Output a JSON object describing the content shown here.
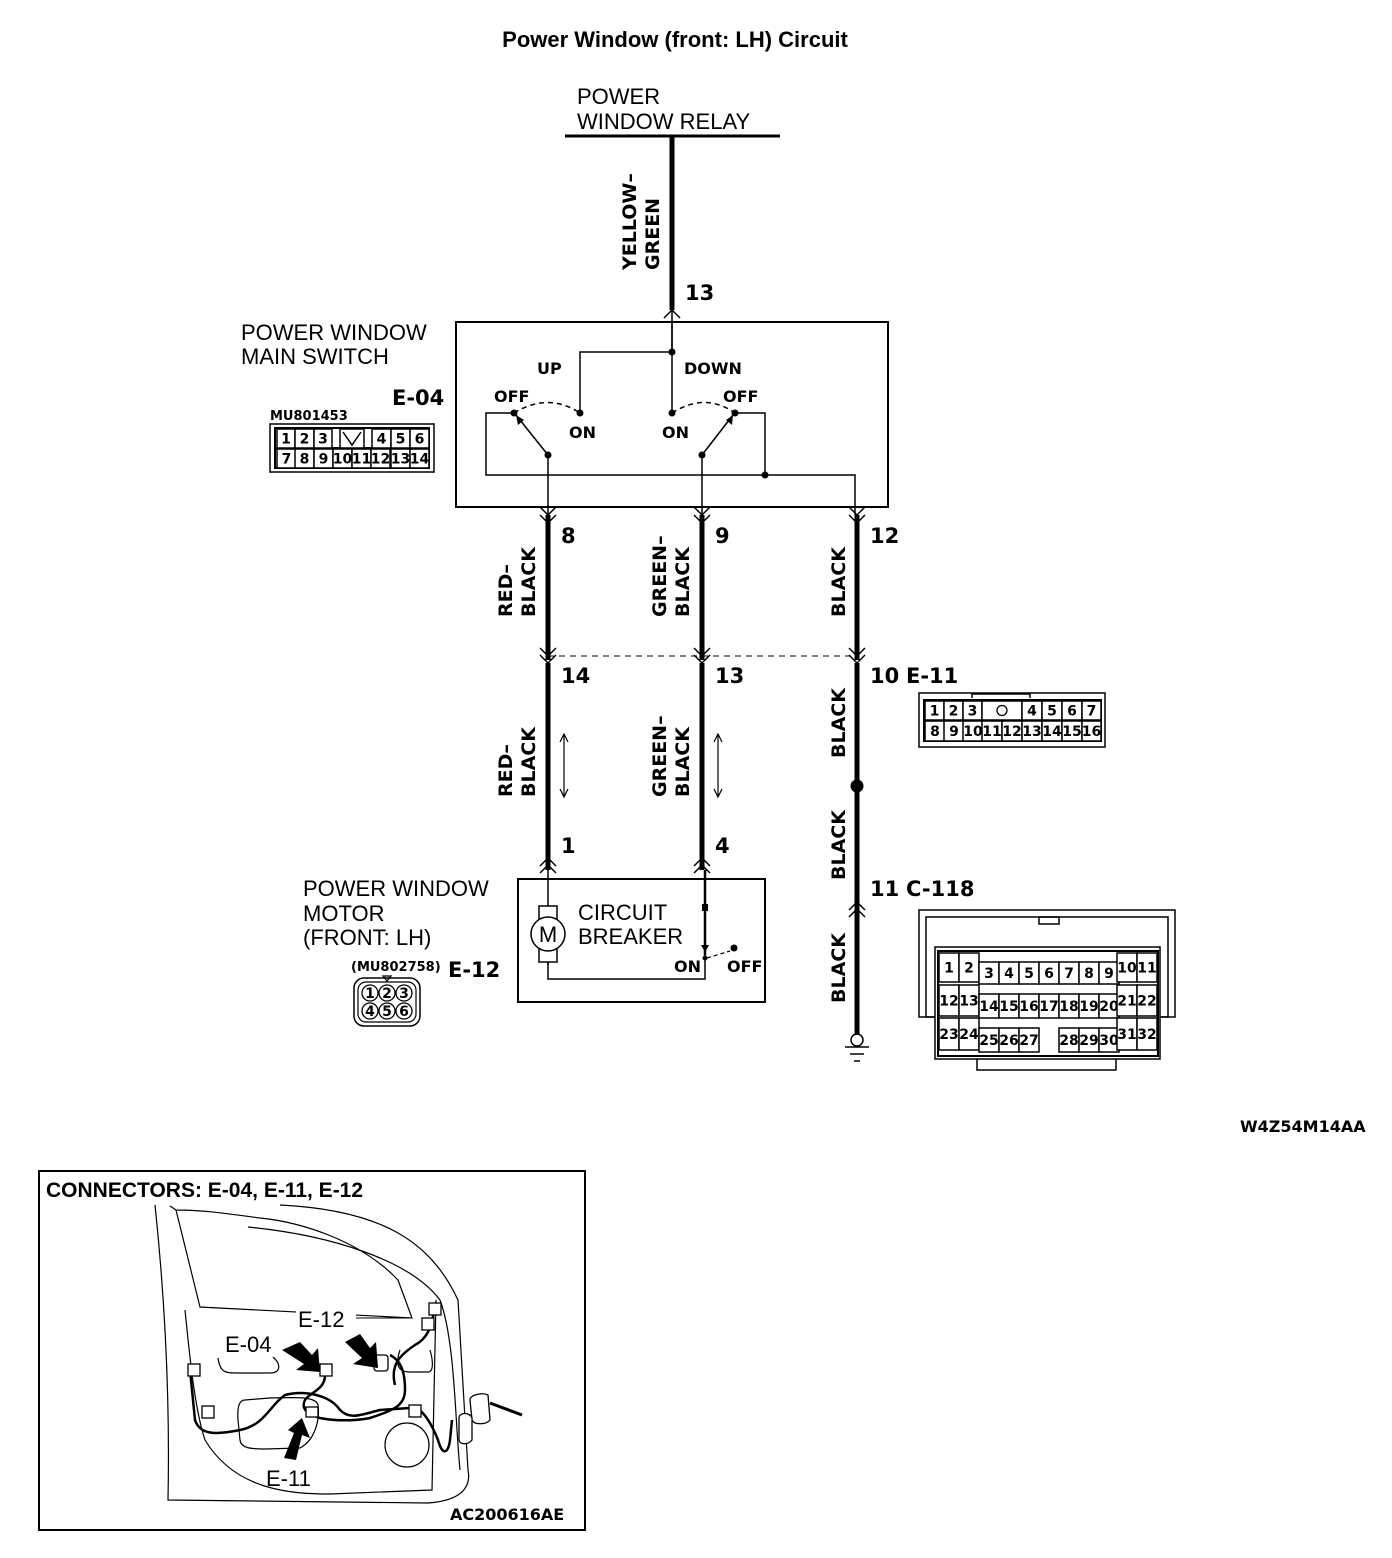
{
  "title": "Power Window (front: LH) Circuit",
  "relay": {
    "line1": "POWER",
    "line2": "WINDOW RELAY"
  },
  "wires": {
    "relay_to_switch": {
      "color_line1": "YELLOW–",
      "color_line2": "GREEN",
      "pin": "13"
    },
    "w8": {
      "color_line1": "RED–",
      "color_line2": "BLACK",
      "pin_top": "8",
      "pin_mid": "14"
    },
    "w9": {
      "color_line1": "GREEN–",
      "color_line2": "BLACK",
      "pin_top": "9",
      "pin_mid": "13"
    },
    "w12": {
      "color": "BLACK",
      "pin_top": "12",
      "pin_mid": "10"
    },
    "w14_lower": {
      "color_line1": "RED–",
      "color_line2": "BLACK",
      "pin_bottom": "1"
    },
    "w13_lower": {
      "color_line1": "GREEN–",
      "color_line2": "BLACK",
      "pin_bottom": "4"
    },
    "ground_segments": [
      "BLACK",
      "BLACK",
      "BLACK"
    ],
    "c118_pin": "11"
  },
  "main_switch": {
    "name_line1": "POWER WINDOW",
    "name_line2": "MAIN SWITCH",
    "connector_id": "E-04",
    "part_number": "MU801453",
    "labels": {
      "up": "UP",
      "down": "DOWN",
      "off_left": "OFF",
      "on_left": "ON",
      "on_right": "ON",
      "off_right": "OFF"
    },
    "pins_row1": [
      "1",
      "2",
      "3",
      "",
      "4",
      "5",
      "6"
    ],
    "pins_row2": [
      "7",
      "8",
      "9",
      "10",
      "11",
      "12",
      "13",
      "14"
    ]
  },
  "e11": {
    "connector_id": "E-11",
    "pins_row1": [
      "1",
      "2",
      "3",
      "",
      "4",
      "5",
      "6",
      "7"
    ],
    "pins_row2": [
      "8",
      "9",
      "10",
      "11",
      "12",
      "13",
      "14",
      "15",
      "16"
    ]
  },
  "c118": {
    "connector_id": "C-118",
    "pins_row1": [
      "1",
      "2",
      "3",
      "4",
      "5",
      "6",
      "7",
      "8",
      "9",
      "10",
      "11"
    ],
    "pins_row2": [
      "12",
      "13",
      "14",
      "15",
      "16",
      "17",
      "18",
      "19",
      "20",
      "21",
      "22"
    ],
    "pins_row3": [
      "23",
      "24",
      "25",
      "26",
      "27",
      "28",
      "29",
      "30",
      "31",
      "32"
    ]
  },
  "motor": {
    "name_line1": "POWER WINDOW",
    "name_line2": "MOTOR",
    "name_line3": "(FRONT: LH)",
    "connector_id": "E-12",
    "part_number": "(MU802758)",
    "symbol": "M",
    "breaker_line1": "CIRCUIT",
    "breaker_line2": "BREAKER",
    "on_label": "ON",
    "off_label": "OFF",
    "pins": [
      "1",
      "2",
      "3",
      "4",
      "5",
      "6"
    ]
  },
  "figure_code": "W4Z54M14AA",
  "location": {
    "title": "CONNECTORS: E-04, E-11, E-12",
    "labels": {
      "e12": "E-12",
      "e04": "E-04",
      "e11": "E-11"
    },
    "figure_code": "AC200616AE"
  }
}
